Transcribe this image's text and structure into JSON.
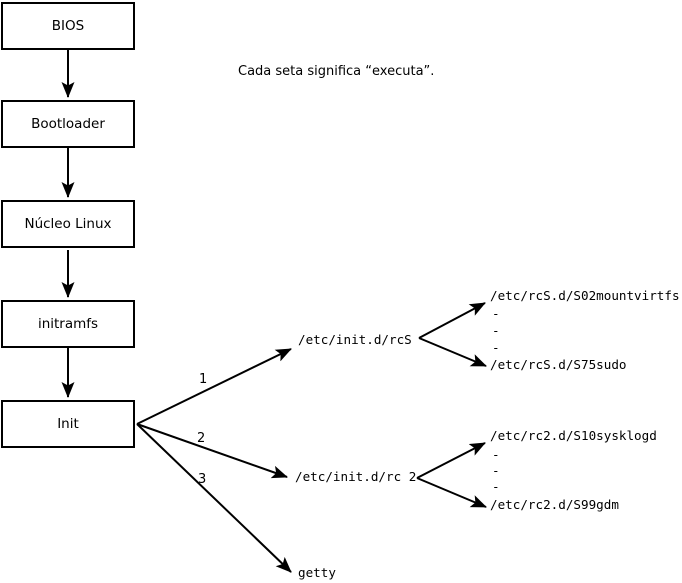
{
  "note": "Cada seta significa “executa”.",
  "flow_boxes": [
    {
      "label": "BIOS"
    },
    {
      "label": "Bootloader"
    },
    {
      "label": "Núcleo Linux"
    },
    {
      "label": "initramfs"
    },
    {
      "label": "Init"
    }
  ],
  "init_targets": [
    {
      "order": "1",
      "label": "/etc/init.d/rcS"
    },
    {
      "order": "2",
      "label": "/etc/init.d/rc 2"
    },
    {
      "order": "3",
      "label": "getty"
    }
  ],
  "rcS_scripts": {
    "first": "/etc/rcS.d/S02mountvirtfs",
    "ellipsis": [
      "-",
      "-",
      "-"
    ],
    "last": "/etc/rcS.d/S75sudo"
  },
  "rc2_scripts": {
    "first": "/etc/rc2.d/S10sysklogd",
    "ellipsis": [
      "-",
      "-",
      "-"
    ],
    "last": "/etc/rc2.d/S99gdm"
  },
  "colors": {
    "background": "#ffffff",
    "line": "#000000",
    "box_border": "#000000",
    "text": "#000000"
  }
}
